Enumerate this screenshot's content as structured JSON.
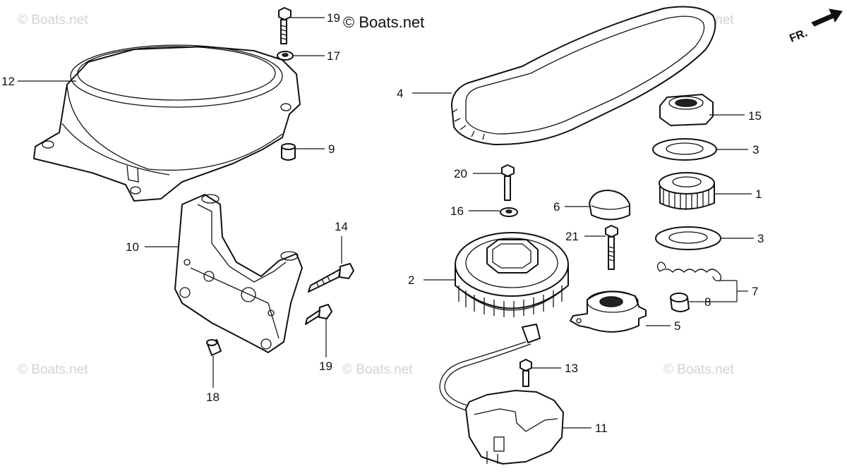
{
  "copyright": "© Boats.net",
  "watermark": "© Boats.net",
  "fr_label": "FR.",
  "callouts": {
    "c1": "1",
    "c2": "2",
    "c3a": "3",
    "c3b": "3",
    "c4": "4",
    "c5": "5",
    "c6": "6",
    "c7": "7",
    "c8": "8",
    "c9": "9",
    "c10": "10",
    "c11": "11",
    "c12": "12",
    "c13": "13",
    "c14": "14",
    "c15": "15",
    "c16": "16",
    "c17": "17",
    "c18": "18",
    "c19a": "19",
    "c19b": "19",
    "c20": "20",
    "c21": "21"
  }
}
